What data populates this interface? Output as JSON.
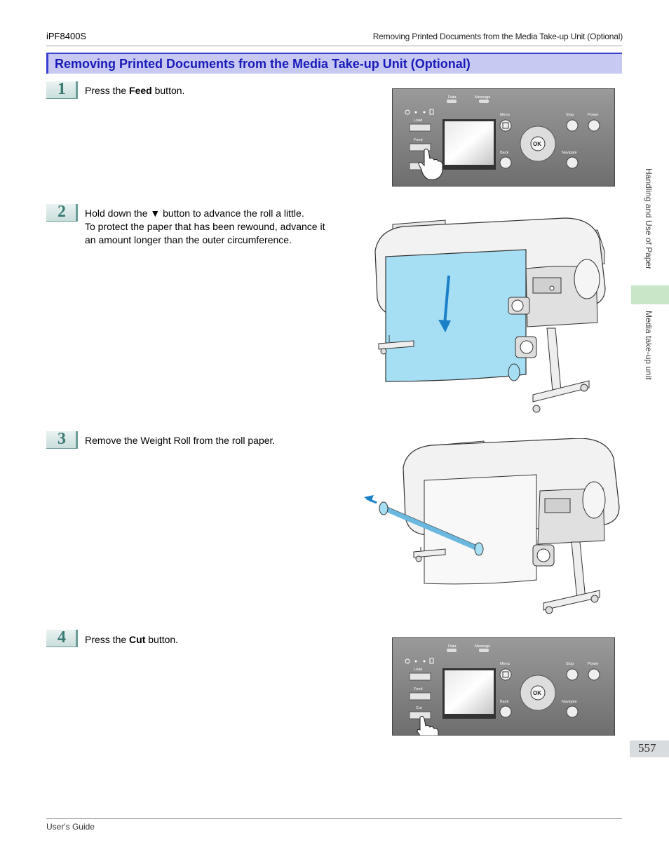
{
  "header": {
    "model": "iPF8400S",
    "section": "Removing Printed Documents from the Media Take-up Unit (Optional)"
  },
  "title": "Removing Printed Documents from the Media Take-up Unit (Optional)",
  "steps": [
    {
      "num": "1",
      "pre": "Press the ",
      "bold": "Feed",
      "post": " button."
    },
    {
      "num": "2",
      "lines": [
        "Hold down the ▼ button to advance the roll a little.",
        "To protect the paper that has been rewound, advance it",
        "an amount longer than the outer circumference."
      ]
    },
    {
      "num": "3",
      "text": "Remove the Weight Roll from the roll paper."
    },
    {
      "num": "4",
      "pre": "Press the ",
      "bold": "Cut",
      "post": " button."
    }
  ],
  "panel_labels": {
    "data": "Data",
    "message": "Message",
    "load": "Load",
    "feed": "Feed",
    "cut": "Cut",
    "menu": "Menu",
    "stop": "Stop",
    "power": "Power",
    "back": "Back",
    "navigate": "Navigate",
    "ok": "OK"
  },
  "side_tab": {
    "chapter": "Handling and Use of Paper",
    "section": "Media take-up unit"
  },
  "page_number": "557",
  "footer": "User's Guide",
  "colors": {
    "title_bg": "#c7c9f3",
    "title_text": "#1a1ab8",
    "accent": "#3b3fcf",
    "paper_blue": "#a6dff4",
    "side_tab": "#c9e6c9"
  }
}
